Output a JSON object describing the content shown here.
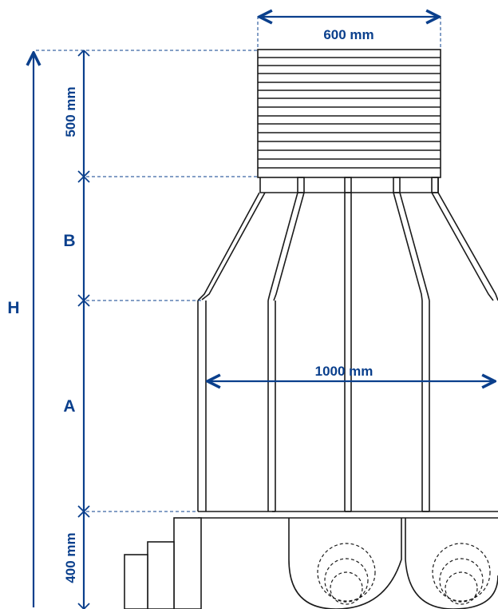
{
  "labels": {
    "top_width": "600 mm",
    "body_width": "1000 mm",
    "top_height": "500 mm",
    "section_b": "B",
    "section_a": "A",
    "base_height": "400 mm",
    "total_height": "H"
  },
  "colors": {
    "dimension": "#0a3f8c",
    "outline": "#1a1a1a",
    "background": "#ffffff"
  }
}
